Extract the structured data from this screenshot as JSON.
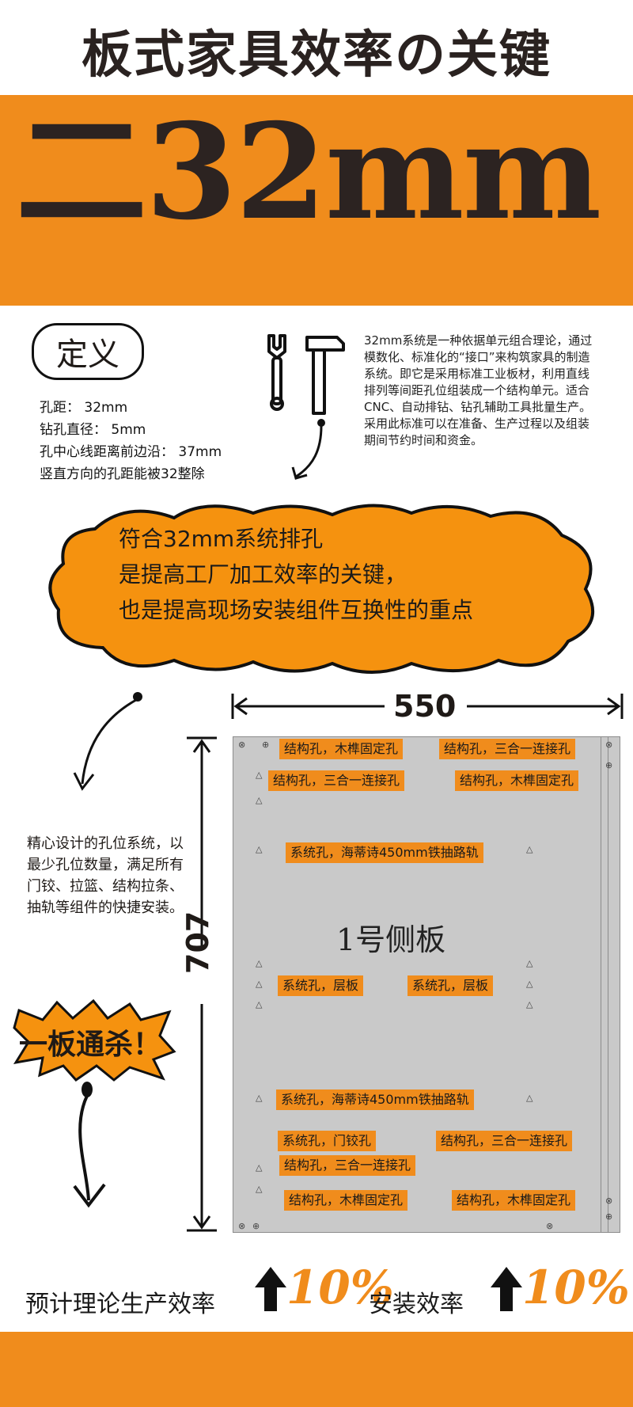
{
  "header": {
    "title": "板式家具效率の关键",
    "big_value": "二32mm"
  },
  "definition": {
    "label": "定义",
    "lines": [
      "孔距： 32mm",
      "钻孔直径： 5mm",
      "孔中心线距离前边沿： 37mm",
      "竖直方向的孔距能被32整除"
    ]
  },
  "description": "32mm系统是一种依据单元组合理论，通过模数化、标准化的“接口”来构筑家具的制造系统。即它是采用标准工业板材，利用直线排列等间距孔位组装成一个结构单元。适合CNC、自动排钻、钻孔辅助工具批量生产。采用此标准可以在准备、生产过程以及组装期间节约时间和资金。",
  "cloud": {
    "lines": [
      "符合32mm系统排孔",
      "是提高工厂加工效率的关键，",
      "也是提高现场安装组件互换性的重点"
    ]
  },
  "side_note": "精心设计的孔位系统，以最少孔位数量，满足所有门铰、拉篮、结构拉条、抽轨等组件的快捷安装。",
  "badge": "一板通杀！",
  "panel": {
    "width_label": "550",
    "height_label": "707",
    "center_label": "1号侧板",
    "tags": [
      "结构孔，木榫固定孔",
      "结构孔，三合一连接孔",
      "结构孔，三合一连接孔",
      "结构孔，木榫固定孔",
      "系统孔，海蒂诗450mm铁抽路轨",
      "系统孔，层板",
      "系统孔，层板",
      "系统孔，海蒂诗450mm铁抽路轨",
      "系统孔，门铰孔",
      "结构孔，三合一连接孔",
      "结构孔，三合一连接孔",
      "结构孔，木榫固定孔",
      "结构孔，木榫固定孔"
    ]
  },
  "stats": {
    "production_label": "预计理论生产效率",
    "production_value": "10%",
    "install_label": "安装效率",
    "install_value": "10%"
  },
  "colors": {
    "accent": "#f08c1c",
    "panel": "#c9c9c9",
    "ink": "#1f1a17"
  }
}
